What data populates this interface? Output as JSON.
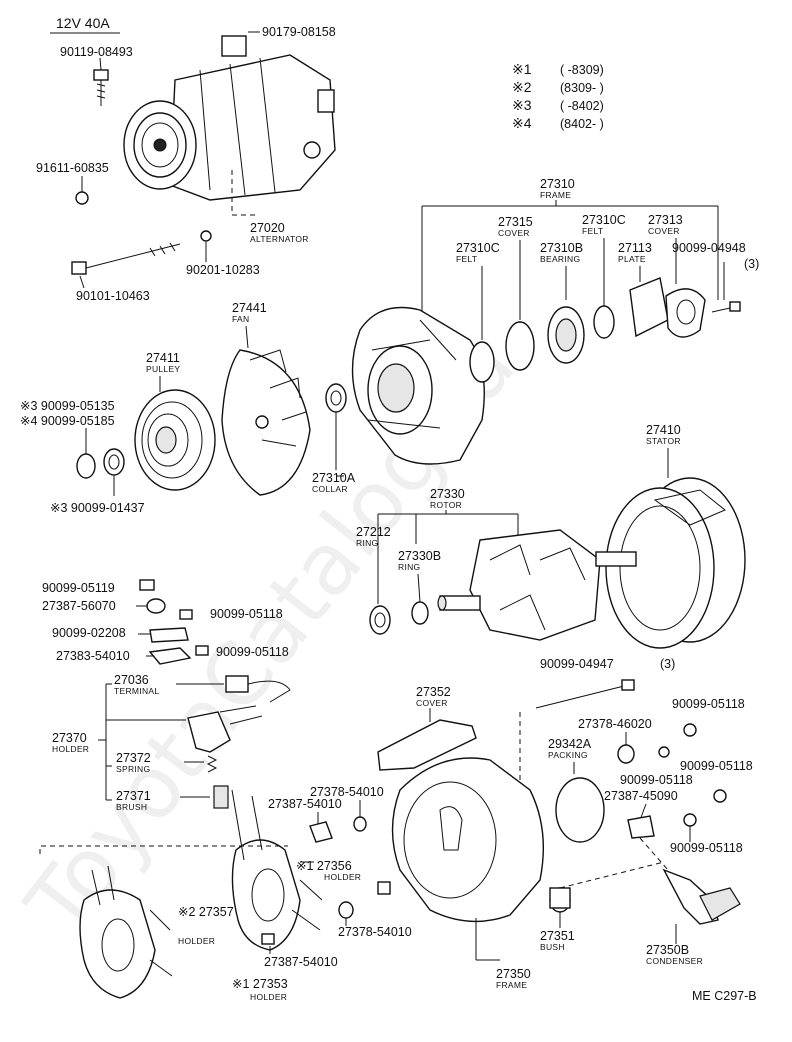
{
  "header": {
    "spec": "12V 40A"
  },
  "legend": [
    {
      "mark": "※1",
      "range": "(     -8309)"
    },
    {
      "mark": "※2",
      "range": "(8309-     )"
    },
    {
      "mark": "※3",
      "range": "(     -8402)"
    },
    {
      "mark": "※4",
      "range": "(8402-     )"
    }
  ],
  "parts": {
    "p90119": "90119-08493",
    "p90179": "90179-08158",
    "p91611": "91611-60835",
    "p27020": "27020",
    "n27020": "ALTERNATOR",
    "p90201": "90201-10283",
    "p90101": "90101-10463",
    "p27310": "27310",
    "n27310": "FRAME",
    "p27315": "27315",
    "n27315": "COVER",
    "p27310c_a": "27310C",
    "n27310c_a": "FELT",
    "p27313": "27313",
    "n27313": "COVER",
    "p27310c_b": "27310C",
    "n27310c_b": "FELT",
    "p27310b": "27310B",
    "n27310b": "BEARING",
    "p27113": "27113",
    "n27113": "PLATE",
    "p90099_04948": "90099-04948",
    "q90099_04948": "(3)",
    "p27441": "27441",
    "n27441": "FAN",
    "p27411": "27411",
    "n27411": "PULLEY",
    "p90099_05135": "※3 90099-05135",
    "p90099_05185": "※4 90099-05185",
    "p27310a": "27310A",
    "n27310a": "COLLAR",
    "p90099_01437": "※3 90099-01437",
    "p27410": "27410",
    "n27410": "STATOR",
    "p27330": "27330",
    "n27330": "ROTOR",
    "p27212": "27212",
    "n27212": "RING",
    "p27330b": "27330B",
    "n27330b": "RING",
    "p90099_05119": "90099-05119",
    "p27387_56070": "27387-56070",
    "p90099_05118_a": "90099-05118",
    "p90099_02208": "90099-02208",
    "p27383_54010": "27383-54010",
    "p90099_05118_b": "90099-05118",
    "p27036": "27036",
    "n27036": "TERMINAL",
    "p27370": "27370",
    "n27370": "HOLDER",
    "p27372": "27372",
    "n27372": "SPRING",
    "p27371": "27371",
    "n27371": "BRUSH",
    "p90099_04947": "90099-04947",
    "q90099_04947": "(3)",
    "p27352": "27352",
    "n27352": "COVER",
    "p27378_46020": "27378-46020",
    "p90099_05118_c": "90099-05118",
    "p29342a": "29342A",
    "n29342a": "PACKING",
    "p90099_05118_d": "90099-05118",
    "p90099_05118_e": "90099-05118",
    "p27387_45090": "27387-45090",
    "p90099_05118_f": "90099-05118",
    "p27378_54010_a": "27378-54010",
    "p27387_54010_a": "27387-54010",
    "p27356": "※1 27356",
    "n27356": "HOLDER",
    "p27357": "※2 27357",
    "n27357": "HOLDER",
    "p27378_54010_b": "27378-54010",
    "p27387_54010_b": "27387-54010",
    "p27353": "※1 27353",
    "n27353": "HOLDER",
    "p27351": "27351",
    "n27351": "BUSH",
    "p27350": "27350",
    "n27350": "FRAME",
    "p27350b": "27350B",
    "n27350b": "CONDENSER"
  },
  "footer": {
    "code": "ME  C297-B"
  },
  "watermark": "ToyotaCatalog.ru"
}
